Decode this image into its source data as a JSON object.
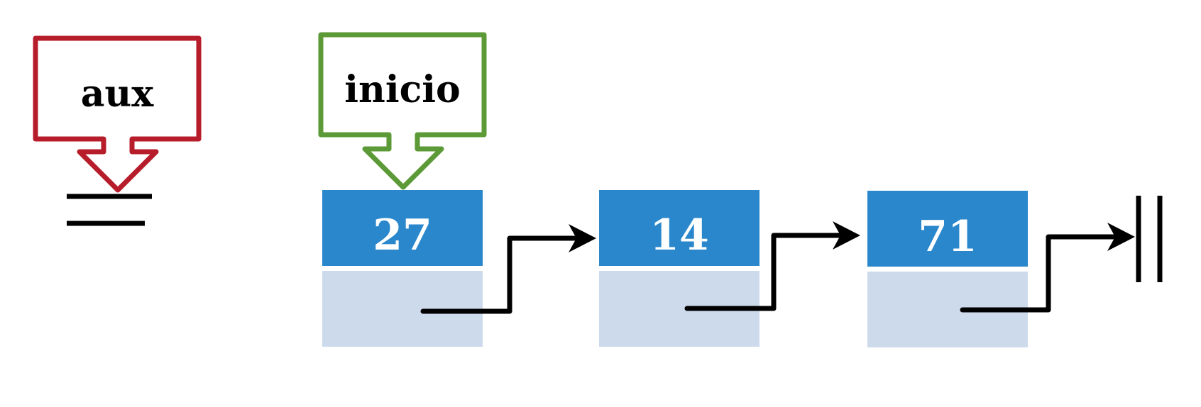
{
  "pointers": {
    "aux": {
      "label": "aux",
      "color": "#b71c2b"
    },
    "inicio": {
      "label": "inicio",
      "color": "#5c9a37"
    }
  },
  "nodes": [
    {
      "value": "27"
    },
    {
      "value": "14"
    },
    {
      "value": "71"
    }
  ],
  "colors": {
    "node_data": "#2a87cb",
    "node_next": "#cddaec",
    "node_text": "#ffffff",
    "arrow": "#000000"
  }
}
